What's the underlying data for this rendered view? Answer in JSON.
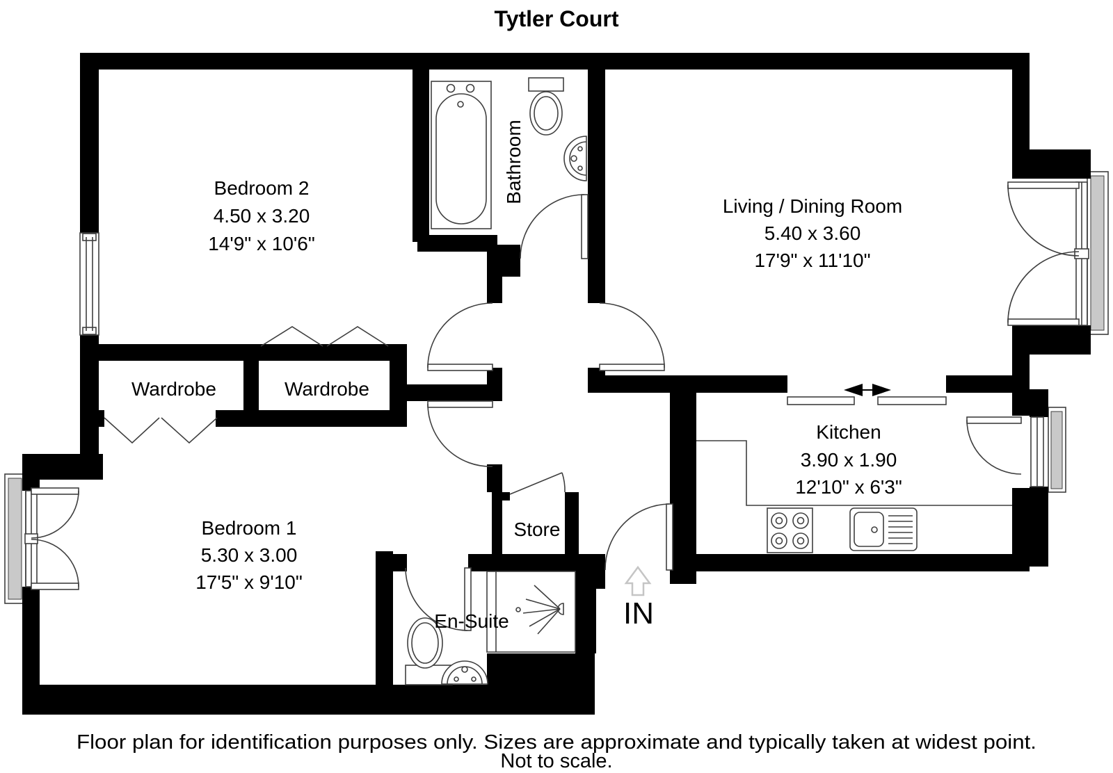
{
  "title": "Tytler Court",
  "rooms": {
    "bedroom2": {
      "name": "Bedroom 2",
      "metric": "4.50 x 3.20",
      "imperial": "14'9\" x 10'6\""
    },
    "living": {
      "name": "Living / Dining Room",
      "metric": "5.40 x 3.60",
      "imperial": "17'9\" x 11'10\""
    },
    "kitchen": {
      "name": "Kitchen",
      "metric": "3.90 x 1.90",
      "imperial": "12'10\" x 6'3\""
    },
    "bedroom1": {
      "name": "Bedroom 1",
      "metric": "5.30 x 3.00",
      "imperial": "17'5\" x 9'10\""
    },
    "bathroom": {
      "name": "Bathroom"
    },
    "ensuite": {
      "name": "En-Suite"
    },
    "store": {
      "name": "Store"
    },
    "wardrobe_left": {
      "name": "Wardrobe"
    },
    "wardrobe_right": {
      "name": "Wardrobe"
    }
  },
  "entrance": {
    "label": "IN"
  },
  "footer": {
    "line1": "Floor plan for identification purposes only. Sizes are approximate and typically taken at widest point.",
    "line2": "Not to scale."
  },
  "colors": {
    "wall": "#000000",
    "line": "#3f3f3f",
    "balcony_fill": "#c9c9c9",
    "arrow_outline": "#c5c5c5",
    "background": "#ffffff",
    "text": "#000000"
  }
}
